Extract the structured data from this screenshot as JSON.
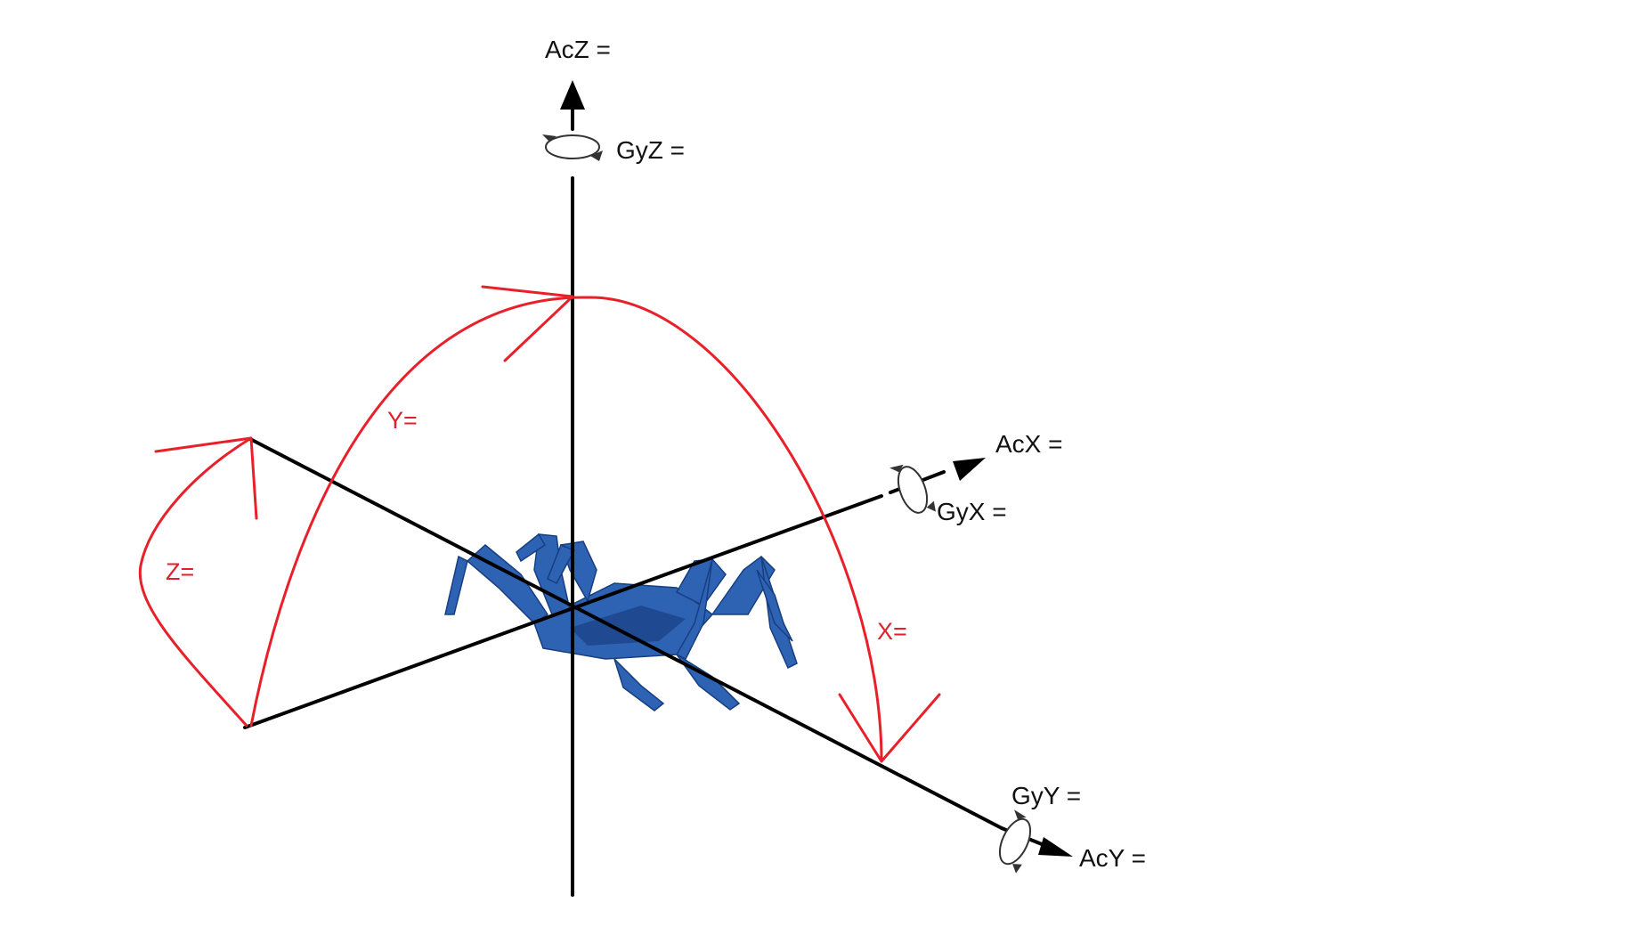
{
  "diagram": {
    "accel_labels": {
      "z": "AcZ =",
      "x": "AcX =",
      "y": "AcY ="
    },
    "gyro_labels": {
      "z": "GyZ =",
      "x": "GyX =",
      "y": "GyY ="
    },
    "angle_labels": {
      "y": "Y=",
      "z": "Z=",
      "x": "X="
    },
    "colors": {
      "axes": "#000000",
      "angle_arcs": "#e8202a",
      "robot": "#2e63b3"
    },
    "icons": [
      "rotation-arrow-icon",
      "hexapod-robot-image"
    ]
  }
}
